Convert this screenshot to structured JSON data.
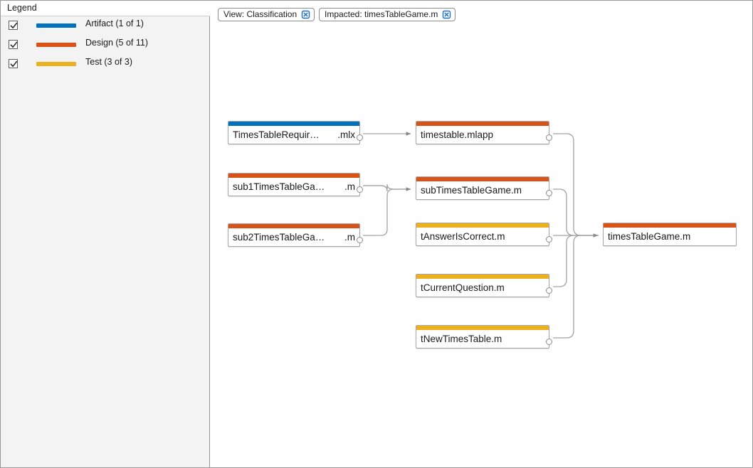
{
  "legend": {
    "title": "Legend",
    "items": [
      {
        "label": "Artifact (1 of 1)",
        "color": "#0072BD",
        "checked": true,
        "icon": "checkbox-checked-icon"
      },
      {
        "label": "Design (5 of 11)",
        "color": "#D95319",
        "checked": true,
        "icon": "checkbox-checked-icon"
      },
      {
        "label": "Test (3 of 3)",
        "color": "#EDB120",
        "checked": true,
        "icon": "checkbox-checked-icon"
      }
    ]
  },
  "toolbar": {
    "chips": [
      {
        "label": "View: Classification",
        "close_icon": "close-box-icon"
      },
      {
        "label": "Impacted: timesTableGame.m",
        "close_icon": "close-box-icon"
      }
    ]
  },
  "graph": {
    "nodes": [
      {
        "id": "TimesTableRequirements",
        "label": "TimesTableRequir…",
        "suffix": ".mlx",
        "type": "Artifact",
        "color": "#0072BD",
        "has_port": true
      },
      {
        "id": "sub1TimesTableGame",
        "label": "sub1TimesTableGa…",
        "suffix": ".m",
        "type": "Design",
        "color": "#D95319",
        "has_port": true
      },
      {
        "id": "sub2TimesTableGame",
        "label": "sub2TimesTableGa…",
        "suffix": ".m",
        "type": "Design",
        "color": "#D95319",
        "has_port": true
      },
      {
        "id": "timestable.mlapp",
        "label": "timestable.mlapp",
        "suffix": "",
        "type": "Design",
        "color": "#D95319",
        "has_port": true
      },
      {
        "id": "subTimesTableGame.m",
        "label": "subTimesTableGame.m",
        "suffix": "",
        "type": "Design",
        "color": "#D95319",
        "has_port": true
      },
      {
        "id": "tAnswerIsCorrect.m",
        "label": "tAnswerIsCorrect.m",
        "suffix": "",
        "type": "Test",
        "color": "#EDB120",
        "has_port": true
      },
      {
        "id": "tCurrentQuestion.m",
        "label": "tCurrentQuestion.m",
        "suffix": "",
        "type": "Test",
        "color": "#EDB120",
        "has_port": true
      },
      {
        "id": "tNewTimesTable.m",
        "label": "tNewTimesTable.m",
        "suffix": "",
        "type": "Test",
        "color": "#EDB120",
        "has_port": true
      },
      {
        "id": "timesTableGame.m",
        "label": "timesTableGame.m",
        "suffix": "",
        "type": "Design",
        "color": "#D95319",
        "has_port": false
      }
    ],
    "edges": [
      {
        "from": "TimesTableRequirements",
        "to": "timestable.mlapp"
      },
      {
        "from": "sub1TimesTableGame",
        "to": "subTimesTableGame.m"
      },
      {
        "from": "sub2TimesTableGame",
        "to": "subTimesTableGame.m"
      },
      {
        "from": "timestable.mlapp",
        "to": "timesTableGame.m"
      },
      {
        "from": "subTimesTableGame.m",
        "to": "timesTableGame.m"
      },
      {
        "from": "tAnswerIsCorrect.m",
        "to": "timesTableGame.m"
      },
      {
        "from": "tCurrentQuestion.m",
        "to": "timesTableGame.m"
      },
      {
        "from": "tNewTimesTable.m",
        "to": "timesTableGame.m"
      }
    ]
  }
}
